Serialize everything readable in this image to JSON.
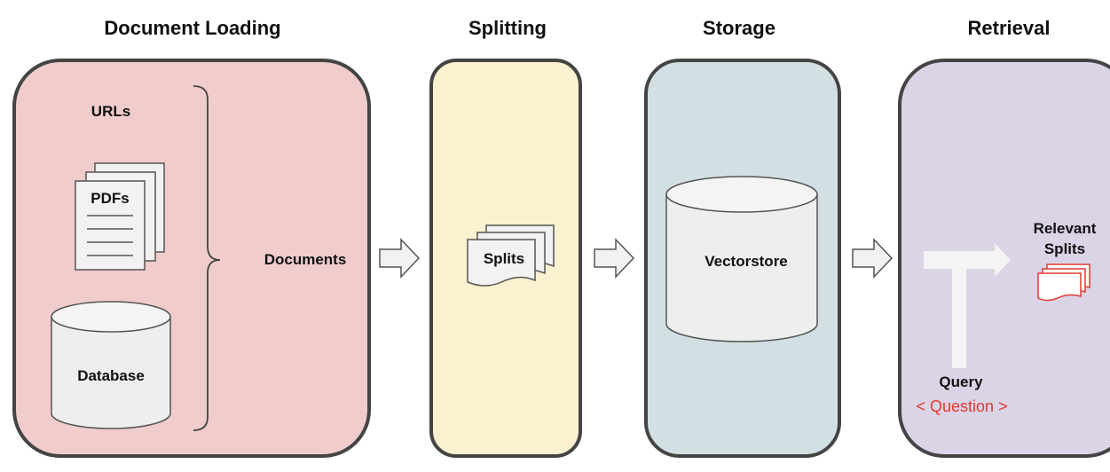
{
  "stages": [
    {
      "title": "Document Loading",
      "color": "#f0cccc"
    },
    {
      "title": "Splitting",
      "color": "#fbf0cf"
    },
    {
      "title": "Storage",
      "color": "#d3e0e3"
    },
    {
      "title": "Retrieval",
      "color": "#dbd3e6"
    }
  ],
  "loading": {
    "urls": "URLs",
    "pdfs": "PDFs",
    "database": "Database",
    "documents": "Documents"
  },
  "splitting": {
    "splits": "Splits"
  },
  "storage": {
    "vectorstore": "Vectorstore"
  },
  "retrieval": {
    "relevant_line1": "Relevant",
    "relevant_line2": "Splits",
    "query": "Query",
    "question": "< Question >",
    "accent": "#e03a2f"
  },
  "colors": {
    "outline": "#444444",
    "arrow_fill": "#f2f2f2",
    "arrow_stroke": "#555555"
  }
}
